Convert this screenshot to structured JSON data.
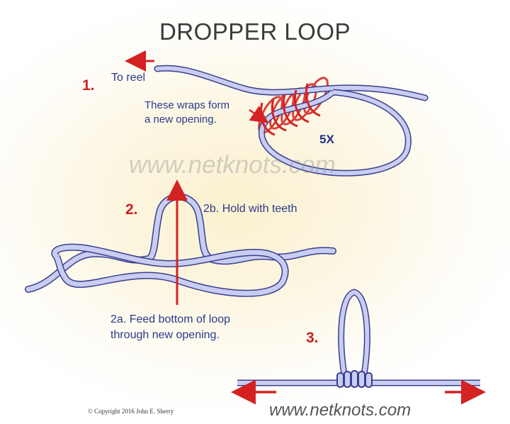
{
  "title": "DROPPER LOOP",
  "steps": {
    "step1": {
      "number": "1.",
      "direction_label": "To reel",
      "wraps_note": [
        "These wraps form",
        "a new opening."
      ],
      "wrap_count": "5X"
    },
    "step2": {
      "number": "2.",
      "hold_note": "2b. Hold with teeth",
      "feed_note": [
        "2a. Feed bottom of loop",
        "through new opening."
      ]
    },
    "step3": {
      "number": "3."
    }
  },
  "watermark": "www.netknots.com",
  "footer": {
    "copyright": "© Copyright 2016 John E. Sherry",
    "website": "www.netknots.com"
  },
  "colors": {
    "line_fill": "#c9cdf2",
    "line_outline": "#3a3f8c",
    "arrow": "#d42222",
    "step_number": "#cc2020",
    "annotation": "#2b3a8c"
  }
}
